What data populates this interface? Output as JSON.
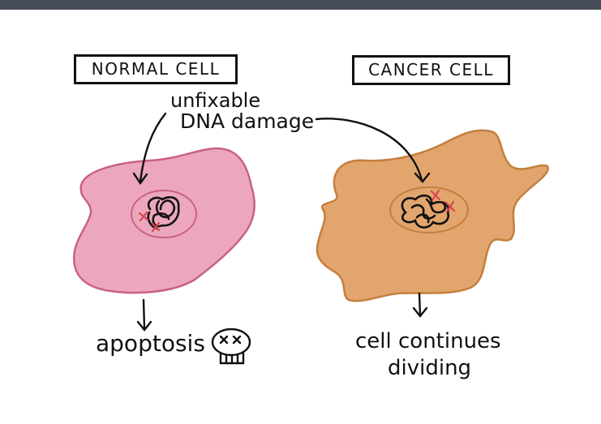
{
  "window": {
    "topbar_color": "#474d5a"
  },
  "diagram": {
    "left_panel": {
      "title": "NORMAL CELL",
      "cell_fill": "#eca7bf",
      "cell_stroke": "#c9627f",
      "outcome": "apoptosis",
      "outcome_icon": "skull-icon"
    },
    "right_panel": {
      "title": "CANCER CELL",
      "cell_fill": "#e2a56d",
      "cell_stroke": "#c47f3e",
      "outcome_line1": "cell continues",
      "outcome_line2": "dividing"
    },
    "shared_annotation": {
      "line1": "unfixable",
      "line2": "DNA damage"
    },
    "damage_mark_color": "#d9444e"
  }
}
